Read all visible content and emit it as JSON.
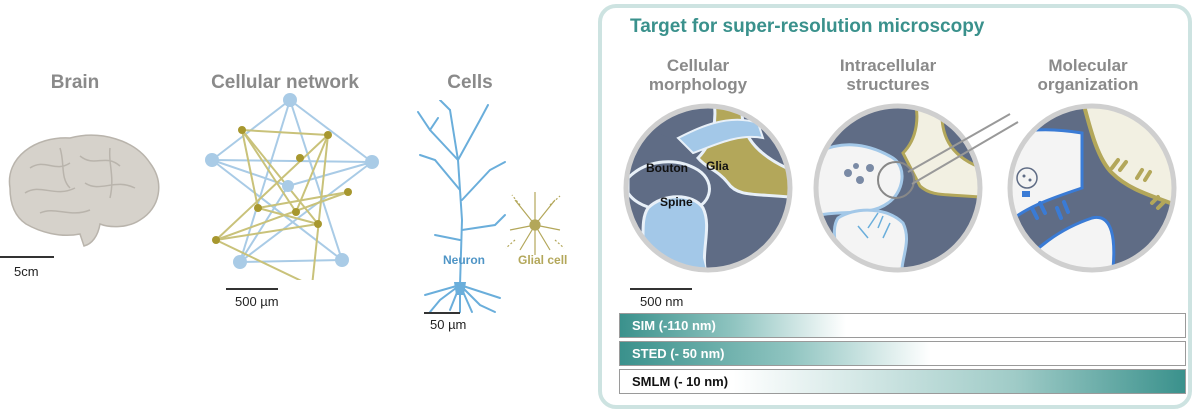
{
  "stages": {
    "brain": {
      "title": "Brain",
      "scale": "5cm"
    },
    "network": {
      "title": "Cellular network",
      "scale": "500 µm"
    },
    "cells": {
      "title": "Cells",
      "scale": "50 µm",
      "neuron_label": "Neuron",
      "glial_label": "Glial cell"
    }
  },
  "panel": {
    "title": "Target for super-resolution microscopy",
    "columns": [
      {
        "line1": "Cellular",
        "line2": "morphology"
      },
      {
        "line1": "Intracellular",
        "line2": "structures"
      },
      {
        "line1": "Molecular",
        "line2": "organization"
      }
    ],
    "circle_labels": {
      "bouton": "Bouton",
      "glia": "Glia",
      "spine": "Spine"
    },
    "scale": "500 nm",
    "bars": [
      {
        "label": "SIM (-110 nm)"
      },
      {
        "label": "STED (- 50 nm)"
      },
      {
        "label": "SMLM  (- 10 nm)"
      }
    ]
  },
  "colors": {
    "teal": "#3a918c",
    "light_blue": "#a3c8e8",
    "olive": "#b3a75a",
    "slate": "#5f6c85",
    "neuron_blue": "#6aaedb"
  }
}
